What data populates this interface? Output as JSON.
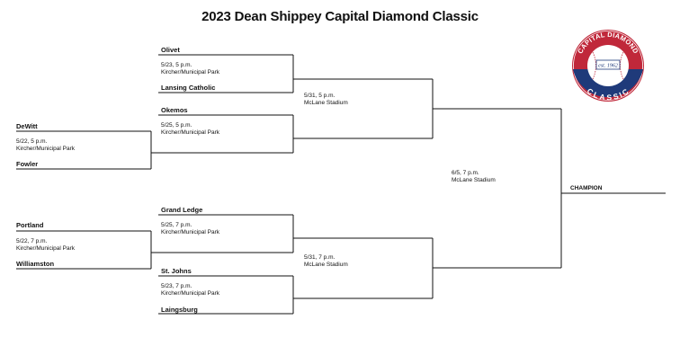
{
  "title": "2023 Dean Shippey Capital Diamond Classic",
  "logo": {
    "top_text": "CAPITAL DIAMOND",
    "middle_text": "est. 1962",
    "bottom_text": "CLASSIC",
    "colors": {
      "red": "#c0283a",
      "navy": "#1f3a7a",
      "white": "#ffffff"
    }
  },
  "bracket": {
    "first_round": [
      {
        "team_top": "DeWitt",
        "team_bottom": "Fowler",
        "date": "5/22, 5 p.m.",
        "venue": "Kircher/Municipal Park"
      },
      {
        "team_top": "Portland",
        "team_bottom": "Williamston",
        "date": "5/22, 7 p.m.",
        "venue": "Kircher/Municipal Park"
      }
    ],
    "quarterfinals": [
      {
        "team_top": "Olivet",
        "team_bottom": "Lansing Catholic",
        "date": "5/23, 5 p.m.",
        "venue": "Kircher/Municipal Park"
      },
      {
        "team_top": "Okemos",
        "team_bottom": "",
        "date": "5/25, 5 p.m.",
        "venue": "Kircher/Municipal Park"
      },
      {
        "team_top": "Grand Ledge",
        "team_bottom": "",
        "date": "5/25, 7 p.m.",
        "venue": "Kircher/Municipal Park"
      },
      {
        "team_top": "St. Johns",
        "team_bottom": "Laingsburg",
        "date": "5/23, 7 p.m.",
        "venue": "Kircher/Municipal Park"
      }
    ],
    "semifinals": [
      {
        "date": "5/31, 5 p.m.",
        "venue": "McLane Stadium"
      },
      {
        "date": "5/31, 7 p.m.",
        "venue": "McLane Stadium"
      }
    ],
    "final": {
      "date": "6/5, 7 p.m.",
      "venue": "McLane Stadium"
    },
    "champion_label": "CHAMPION"
  }
}
